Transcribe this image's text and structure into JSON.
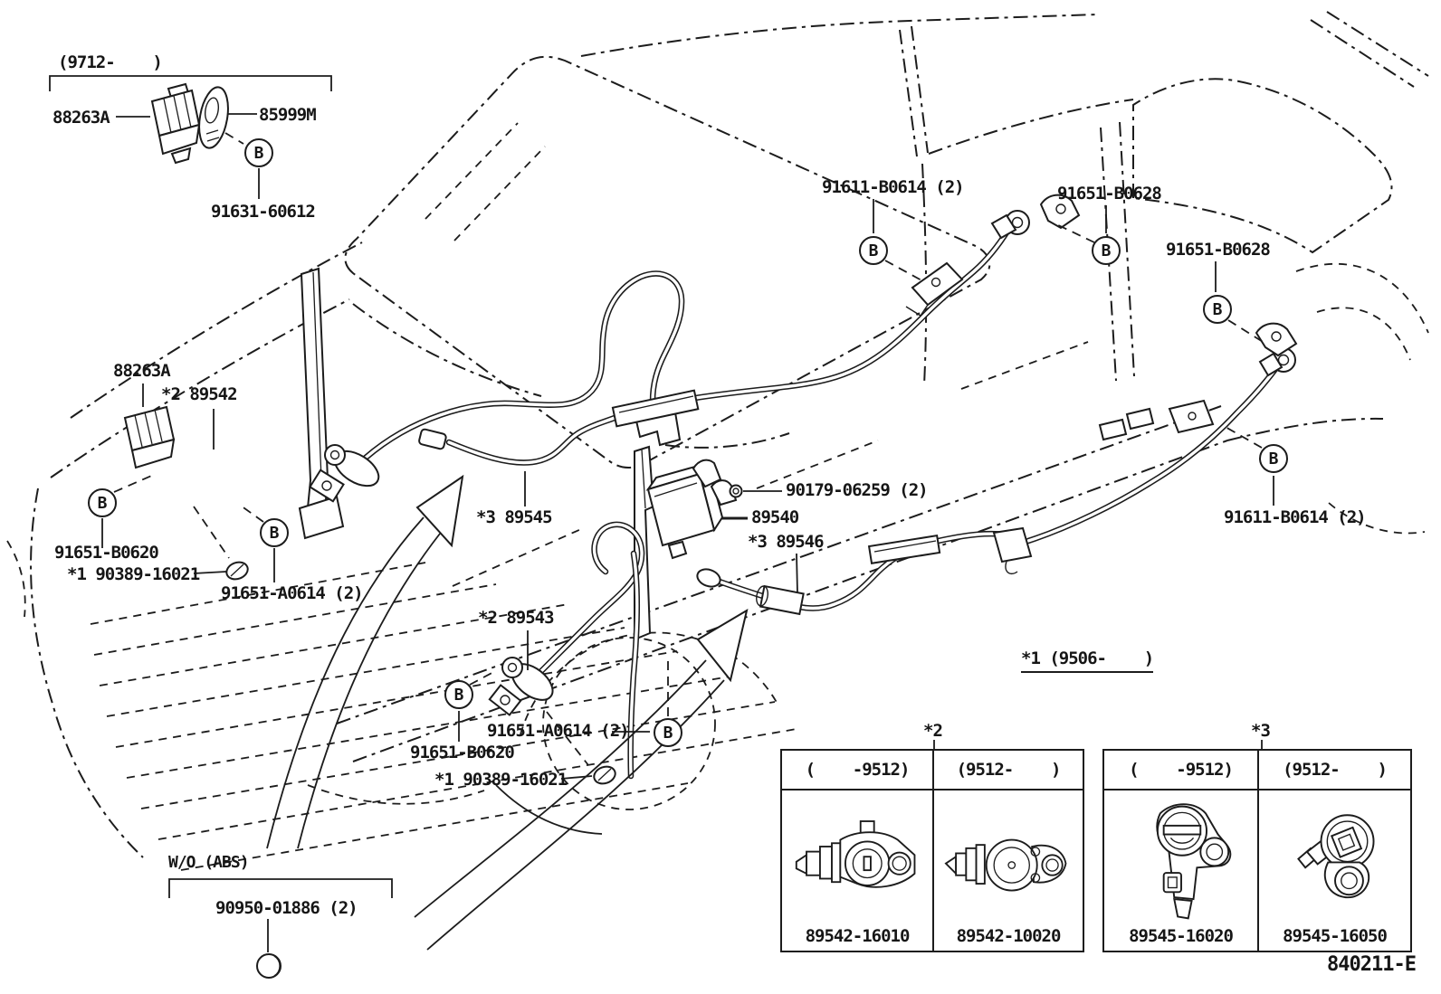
{
  "diagram": {
    "ink_color": "#1c1c1c",
    "background_color": "#ffffff",
    "drawing_code": "840211-E",
    "callout_letter": "B",
    "inset_top_note": "(9712-    )",
    "mid_note": "*1 (9506-    )",
    "wo_abs_note": "W/O (ABS)"
  },
  "parts": {
    "p88263a": "88263A",
    "p85999m": "85999M",
    "p91631_60612": "91631-60612",
    "p89542": "*2 89542",
    "p89543": "*2 89543",
    "p89545": "*3 89545",
    "p89546": "*3 89546",
    "p89540": "89540",
    "p90179_06259": "90179-06259 (2)",
    "p91651_b0620": "91651-B0620",
    "p90389_16021": "*1 90389-16021",
    "p91651_a0614": "91651-A0614 (2)",
    "p91611_b0614": "91611-B0614 (2)",
    "p91651_b0628": "91651-B0628",
    "p90950_01886": "90950-01886 (2)"
  },
  "variant_tables": {
    "table2": {
      "marker": "*2",
      "col1_header": "(    -9512)",
      "col2_header": "(9512-    )",
      "col1_part": "89542-16010",
      "col2_part": "89542-10020"
    },
    "table3": {
      "marker": "*3",
      "col1_header": "(    -9512)",
      "col2_header": "(9512-    )",
      "col1_part": "89545-16020",
      "col2_part": "89545-16050"
    }
  }
}
